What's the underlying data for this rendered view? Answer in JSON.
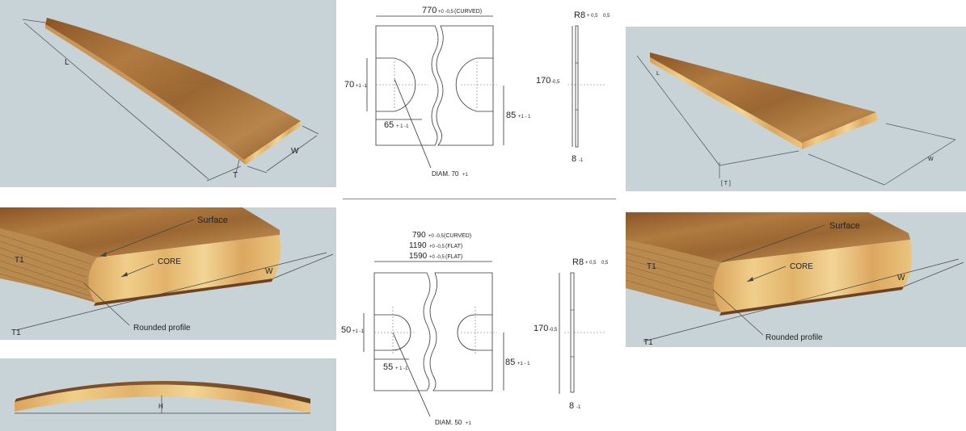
{
  "panels": {
    "top_left": {
      "dim_length": "L",
      "dim_width": "W",
      "dim_thickness": "T"
    },
    "mid_left": {
      "surface": "Surface",
      "core": "CORE",
      "rounded_profile": "Rounded profile",
      "dim_t1_top": "T1",
      "dim_t1_bottom": "T1",
      "dim_w": "W"
    },
    "bottom_left": {
      "dim_height": "H"
    },
    "top_right": {
      "dim_length": "L",
      "dim_width": "W",
      "dim_thickness": "[ T ]"
    },
    "mid_right": {
      "surface": "Surface",
      "core": "CORE",
      "rounded_profile": "Rounded profile",
      "dim_t1_top": "T1",
      "dim_t1_bottom": "T1",
      "dim_w": "W"
    }
  },
  "drawing_top": {
    "length_main": "770",
    "length_tol": "+0 -0,5",
    "length_note": "(CURVED)",
    "height_main": "70",
    "height_tol": "+1 -1",
    "width_main": "65",
    "width_tol": "+ 1 -1",
    "hole_main": "85",
    "hole_tol": "+1 - 1",
    "diam_main": "DIAM. 70",
    "diam_tol": "+1",
    "radius_main": "R8",
    "radius_tol": "+ 0,5",
    "radius_tol2": "0,5",
    "side_height_main": "170",
    "side_height_tol": "-0,5",
    "thickness_main": "8",
    "thickness_tol": "-1"
  },
  "drawing_bottom": {
    "length1_main": "790",
    "length1_tol": "+0 -0,5",
    "length1_note": "(CURVED)",
    "length2_main": "1190",
    "length2_tol": "+0 -0,5",
    "length2_note": "(FLAT)",
    "length3_main": "1590",
    "length3_tol": "+0 -0,5",
    "length3_note": "(FLAT)",
    "height_main": "50",
    "height_tol": "+1 -1",
    "width_main": "55",
    "width_tol": "+ 1 -1",
    "hole_main": "85",
    "hole_tol": "+1 - 1",
    "diam_main": "DIAM. 50",
    "diam_tol": "+1",
    "radius_main": "R8",
    "radius_tol": "+ 0,5",
    "radius_tol2": "0,5",
    "side_height_main": "170",
    "side_height_tol": "-0,5",
    "thickness_main": "8",
    "thickness_tol": "-1"
  },
  "colors": {
    "panel_bg": "#c7d3d6",
    "wood_top": "#a8743a",
    "wood_core": "#e6b870",
    "wood_dark": "#7a4a22",
    "line": "#333333"
  }
}
